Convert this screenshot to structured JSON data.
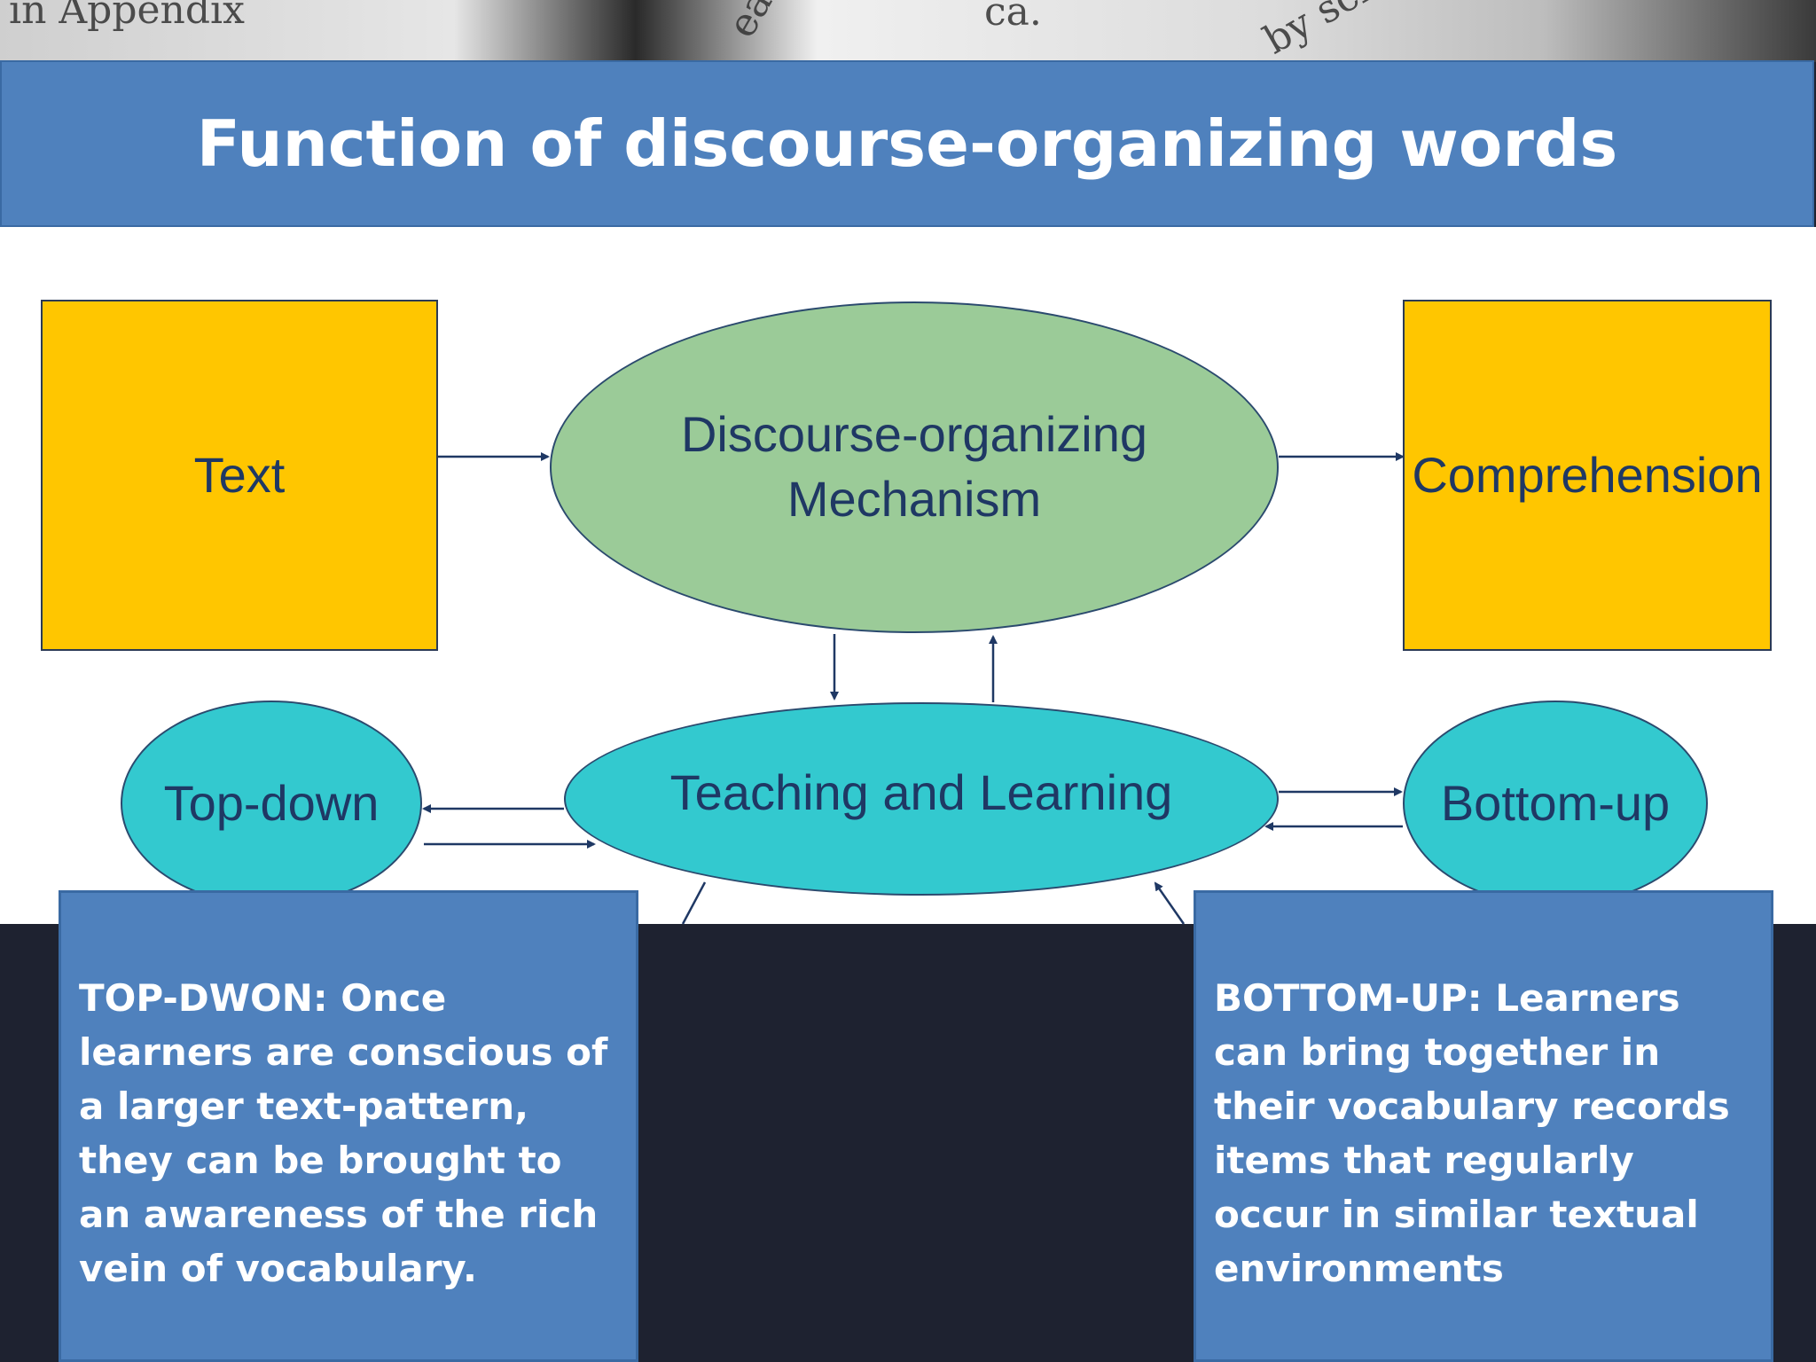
{
  "slide": {
    "title": "Function of discourse-organizing words"
  },
  "diagram": {
    "text_box": "Text",
    "mechanism_line1": "Discourse-organizing",
    "mechanism_line2": "Mechanism",
    "comprehension_box": "Comprehension",
    "teaching": "Teaching and Learning",
    "top_down": "Top-down",
    "bottom_up": "Bottom-up"
  },
  "notes": {
    "top_down_note": "TOP-DWON: Once learners are conscious of a larger text-pattern, they can be brought to an awareness of the rich vein of vocabulary.",
    "bottom_up_note": "BOTTOM-UP: Learners can bring together in their vocabulary records items that regularly occur in similar textual environments"
  },
  "colors": {
    "header_blue": "#4f81bd",
    "box_yellow": "#ffc600",
    "ellipse_green": "#9bcb98",
    "ellipse_cyan": "#33c9cf",
    "text_navy": "#1f3864",
    "background_dark": "#1e2230"
  }
}
